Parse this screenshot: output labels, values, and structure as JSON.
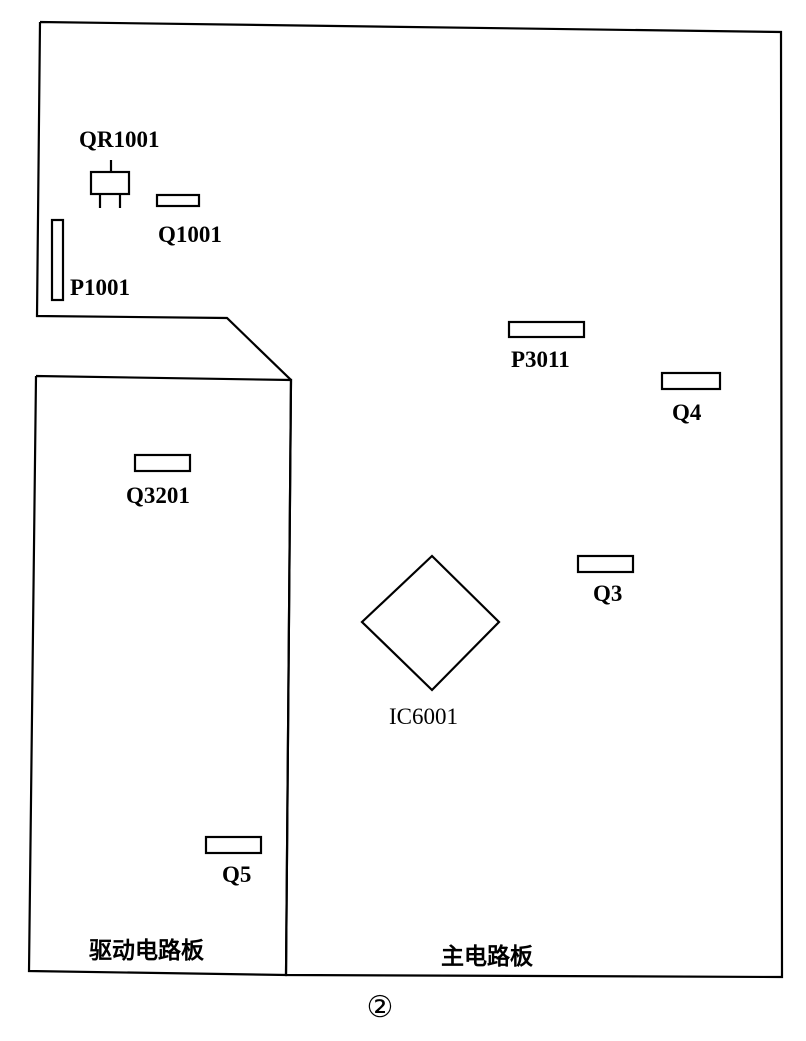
{
  "boards": {
    "main": {
      "label": "主电路板"
    },
    "driver": {
      "label": "驱动电路板"
    }
  },
  "components": {
    "qr1001": "QR1001",
    "q1001": "Q1001",
    "p1001": "P1001",
    "p3011": "P3011",
    "q4": "Q4",
    "q3201": "Q3201",
    "q3": "Q3",
    "ic6001": "IC6001",
    "q5": "Q5"
  },
  "figure_number": "②"
}
